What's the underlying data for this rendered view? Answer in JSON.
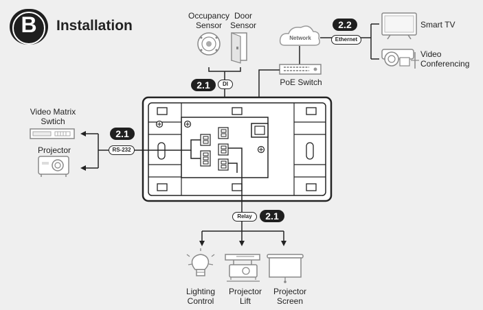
{
  "header": {
    "badge_letter": "B",
    "title": "Installation"
  },
  "devices": {
    "occupancy_sensor": "Occupancy\nSensor",
    "door_sensor": "Door\nSensor",
    "network_cloud": "Network",
    "poe_switch": "PoE Switch",
    "smart_tv": "Smart TV",
    "video_conferencing": "Video\nConferencing",
    "video_matrix_switch": "Video Matrix\nSwtich",
    "projector": "Projector",
    "lighting_control": "Lighting\nControl",
    "projector_lift": "Projector\nLift",
    "projector_screen": "Projector\nScreen"
  },
  "steps": {
    "di_step": "2.1",
    "rs232_step": "2.1",
    "relay_step": "2.1",
    "ethernet_step": "2.2"
  },
  "connections": {
    "di": "DI",
    "rs232": "RS-232",
    "relay": "Relay",
    "ethernet": "Ethernet"
  }
}
